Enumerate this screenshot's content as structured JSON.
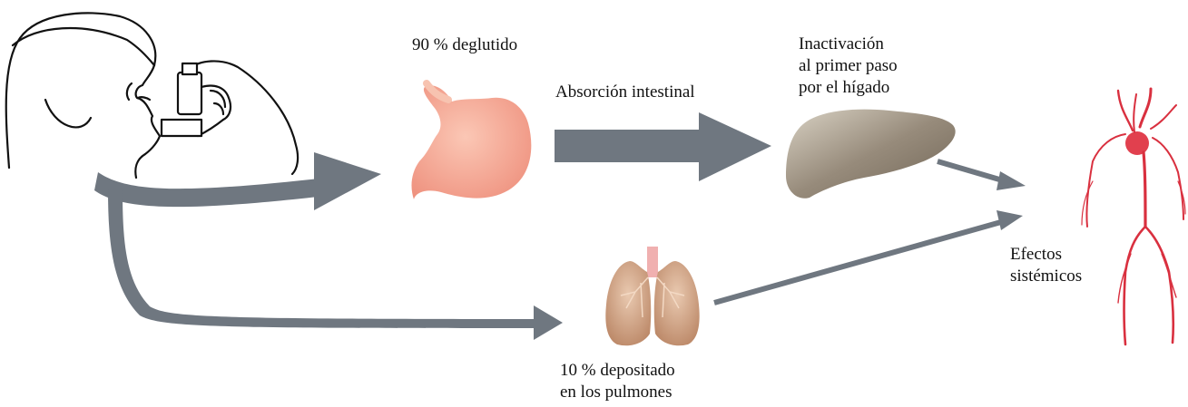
{
  "labels": {
    "swallowed": "90 % deglutido",
    "intestinal_absorption": "Absorción intestinal",
    "liver_inactivation": [
      "Inactivación",
      "al primer paso",
      "por el hígado"
    ],
    "lungs_deposited": [
      "10 % depositado",
      "en los pulmones"
    ],
    "systemic_effects": [
      "Efectos",
      "sistémicos"
    ]
  },
  "icons": [
    "person-inhaler-icon",
    "stomach-icon",
    "liver-icon",
    "lungs-icon",
    "blood-vessels-icon"
  ],
  "colors": {
    "arrow": "#6f7780",
    "stomach": "#f3a08c",
    "liver": "#8a7e70",
    "lungs": "#c99674",
    "trachea": "#f0b0b0",
    "vessels": "#d9303f",
    "outline": "#111111"
  }
}
